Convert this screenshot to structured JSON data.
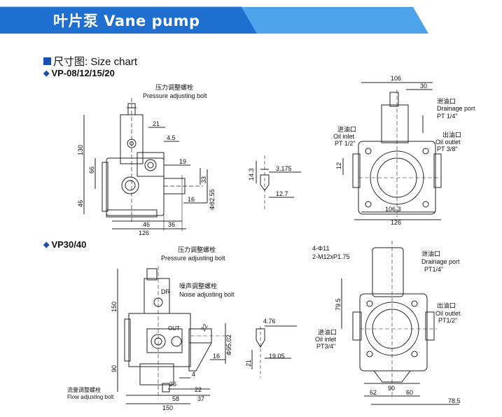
{
  "banner": {
    "title": "叶片泵 Vane pump",
    "color_main": "#1e6fd0",
    "color_light": "#4ea3ea"
  },
  "size_chart_label": "尺寸图: Size chart",
  "sections": [
    {
      "model": "VP-08/12/15/20",
      "callouts": {
        "pressure_bolt_cn": "压力调整螺栓",
        "pressure_bolt_en": "Pressure adjusting bolt",
        "drain_cn": "泄油口",
        "drain_en": "Drainage port",
        "drain_size": "PT 1/4\"",
        "inlet_cn": "进油口",
        "inlet_en": "Oil inlet",
        "inlet_size": "PT 1/2\"",
        "outlet_cn": "出油口",
        "outlet_en": "Oil outlet",
        "outlet_size": "PT 3/8\""
      },
      "dims": {
        "d130": "130",
        "d66": "66",
        "d46v": "46",
        "d21": "21",
        "d4_5": "4.5",
        "d19": "19",
        "d33": "33",
        "d16": "16",
        "d46h": "46",
        "d36": "36",
        "d126": "126",
        "d82": "Φ82.55",
        "d14_3": "14.3",
        "d3_175": "3.175",
        "d12_7": "12.7",
        "d106": "106",
        "d30": "30",
        "d12": "12",
        "d106_3": "106.3",
        "d126r": "126"
      }
    },
    {
      "model": "VP30/40",
      "callouts": {
        "pressure_bolt_cn": "压力调整螺栓",
        "pressure_bolt_en": "Pressure adjusting bolt",
        "noise_bolt_cn": "噪声调整螺栓",
        "noise_bolt_en": "Noise adjusting bolt",
        "flow_bolt_cn": "流量调整螺栓",
        "flow_bolt_en": "Flow adjusting bolt",
        "dr": "DR",
        "out": "OUT",
        "holes": "4-Φ11",
        "thread": "2-M12xP1.75",
        "drain_cn": "泄油口",
        "drain_en": "Drainage port",
        "drain_size": "PT1/4\"",
        "outlet_cn": "出油口",
        "outlet_en": "Oil outlet",
        "outlet_size": "PT1/2\"",
        "inlet_cn": "进油口",
        "inlet_en": "Oil inlet",
        "inlet_size": "PT3/4\""
      },
      "dims": {
        "d150v": "150",
        "d90v": "90",
        "d22a": "22",
        "d95": "Φ95.02",
        "d16": "16",
        "d4": "4",
        "d36": "36",
        "d22b": "22",
        "d58": "58",
        "d37": "37",
        "d150h": "150",
        "d4_76": "4.76",
        "d21_4": "21",
        "d19_05": "19.05",
        "d79_5": "79.5",
        "d90r": "90",
        "d62": "62",
        "d60": "60",
        "d78_5": "78.5"
      }
    }
  ]
}
